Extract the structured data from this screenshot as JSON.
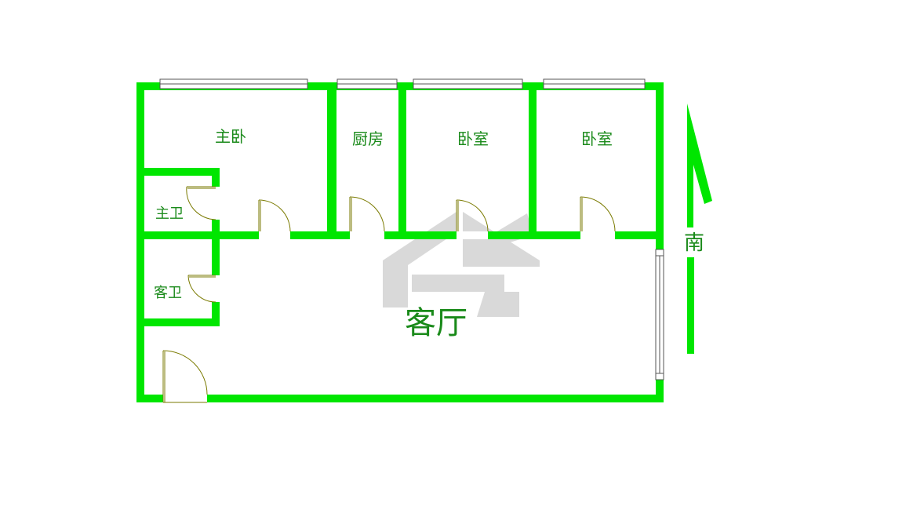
{
  "colors": {
    "wall": "#00e600",
    "room_label": "#1a8a1a",
    "door_line": "#7a7a00",
    "watermark": "#d9d9d9"
  },
  "rooms": {
    "master_bedroom": "主卧",
    "kitchen": "厨房",
    "bedroom_1": "卧室",
    "bedroom_2": "卧室",
    "master_bath": "主卫",
    "guest_bath": "客卫",
    "living_room": "客厅"
  },
  "compass": {
    "label": "南",
    "icon": "north-arrow-icon"
  },
  "watermark": {
    "icon": "house-logo-watermark-icon"
  }
}
